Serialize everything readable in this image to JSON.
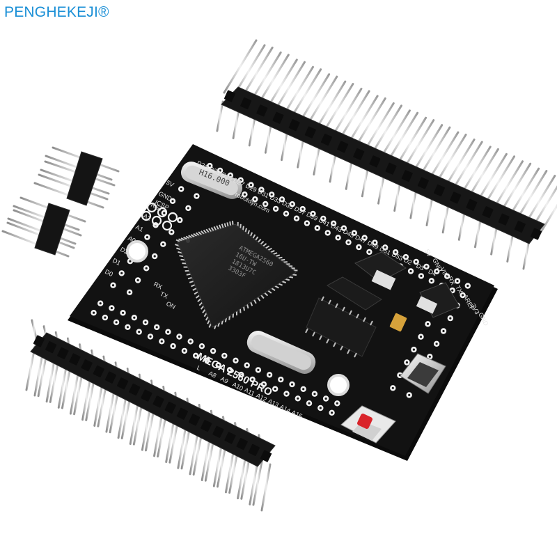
{
  "brand": {
    "watermark": "PENGHEKEJI®"
  },
  "board": {
    "title": "MEGA 2560 PRO",
    "url": "robotdyn.com",
    "mcu_lines": [
      "ATMEGA2560",
      "16U-TW",
      "1813U7C",
      "3303F"
    ],
    "crystal_label": "H16.000",
    "top_labels": [
      "D21",
      "D23",
      "D25",
      "D27",
      "D29",
      "D31",
      "D33",
      "D35",
      "D37",
      "D39",
      "D41",
      "D43",
      "D45",
      "D47",
      "D49",
      "D51",
      "D53",
      "D2",
      "D3",
      "D4"
    ],
    "left_labels": [
      "D0",
      "D1",
      "D2",
      "A0",
      "A1",
      "A2",
      "RST",
      "GND",
      "5V"
    ],
    "bottom_labels": [
      "L",
      "A8",
      "A9",
      "A10",
      "A11",
      "A12",
      "A13",
      "A14",
      "A15"
    ],
    "right_labels": [
      "5V",
      "GND",
      "VIN",
      "RX",
      "TX",
      "AREF",
      "3V3",
      "GND"
    ],
    "icsp_label": "ICSP",
    "power_labels": [
      "RX",
      "TX",
      "ON"
    ]
  },
  "colors": {
    "pcb": "#101010",
    "pad": "#f4f4f4",
    "pin_gold": "#c9c9c9",
    "header_plastic": "#161616",
    "watermark": "#1a8fd6",
    "reset_button": "#d9242a"
  },
  "icons": [
    "pin-header-icon",
    "microcontroller-chip-icon",
    "crystal-oscillator-icon",
    "usb-port-icon",
    "reset-button-icon"
  ]
}
